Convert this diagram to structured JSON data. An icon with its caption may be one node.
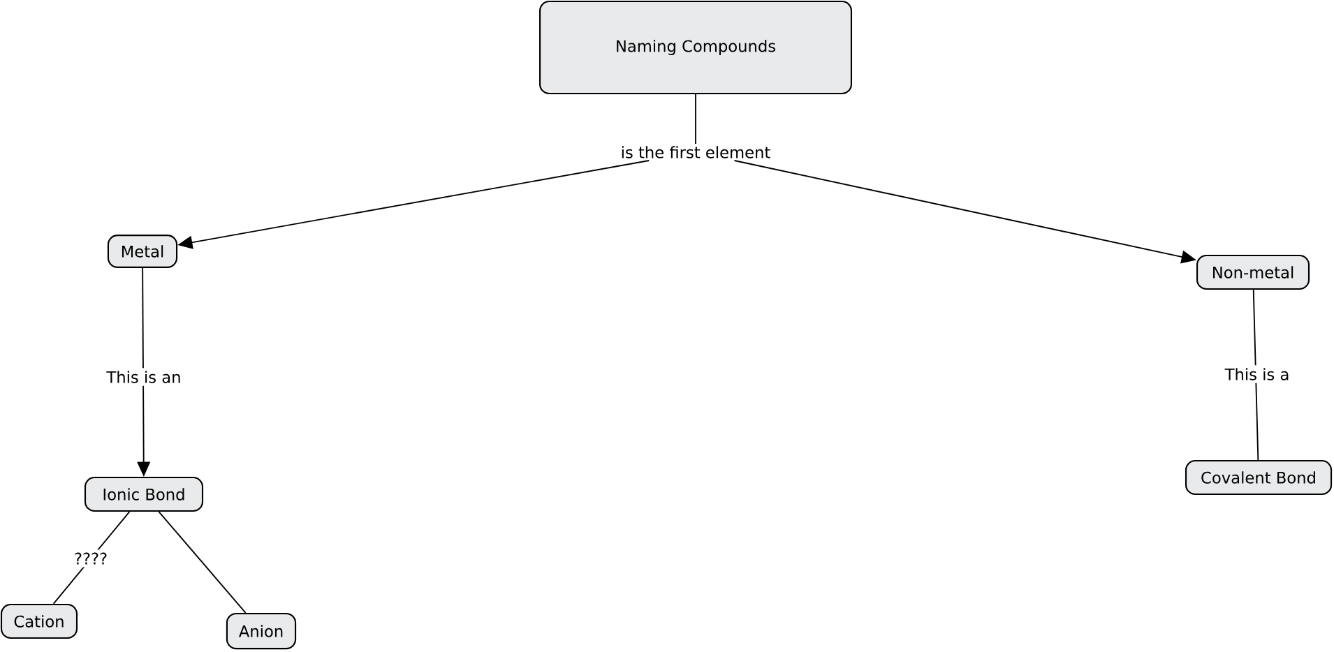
{
  "diagram": {
    "nodes": [
      {
        "text": [
          "Naming Compounds"
        ]
      },
      {
        "text": [
          "is the first element"
        ]
      },
      {
        "text": [
          "Metal"
        ]
      },
      {
        "text": [
          "Non-metal"
        ]
      },
      {
        "text": [
          "Ionic Bond"
        ]
      },
      {
        "text": [
          "Covalent Bond"
        ]
      },
      {
        "text": [
          "Cation"
        ]
      },
      {
        "text": [
          "Anion"
        ]
      }
    ],
    "edges": [
      {
        "from": 0,
        "to": 1,
        "arrow": "none"
      },
      {
        "from": 1,
        "to": 2,
        "arrow": "to"
      },
      {
        "from": 1,
        "to": 3,
        "arrow": "to"
      },
      {
        "from": 2,
        "to": 4,
        "arrow": "to",
        "label": "This is an"
      },
      {
        "from": 3,
        "to": 5,
        "arrow": "none",
        "label": "This is a"
      },
      {
        "from": 4,
        "to": 6,
        "arrow": "none",
        "label": "????"
      },
      {
        "from": 4,
        "to": 7,
        "arrow": "none"
      }
    ]
  }
}
